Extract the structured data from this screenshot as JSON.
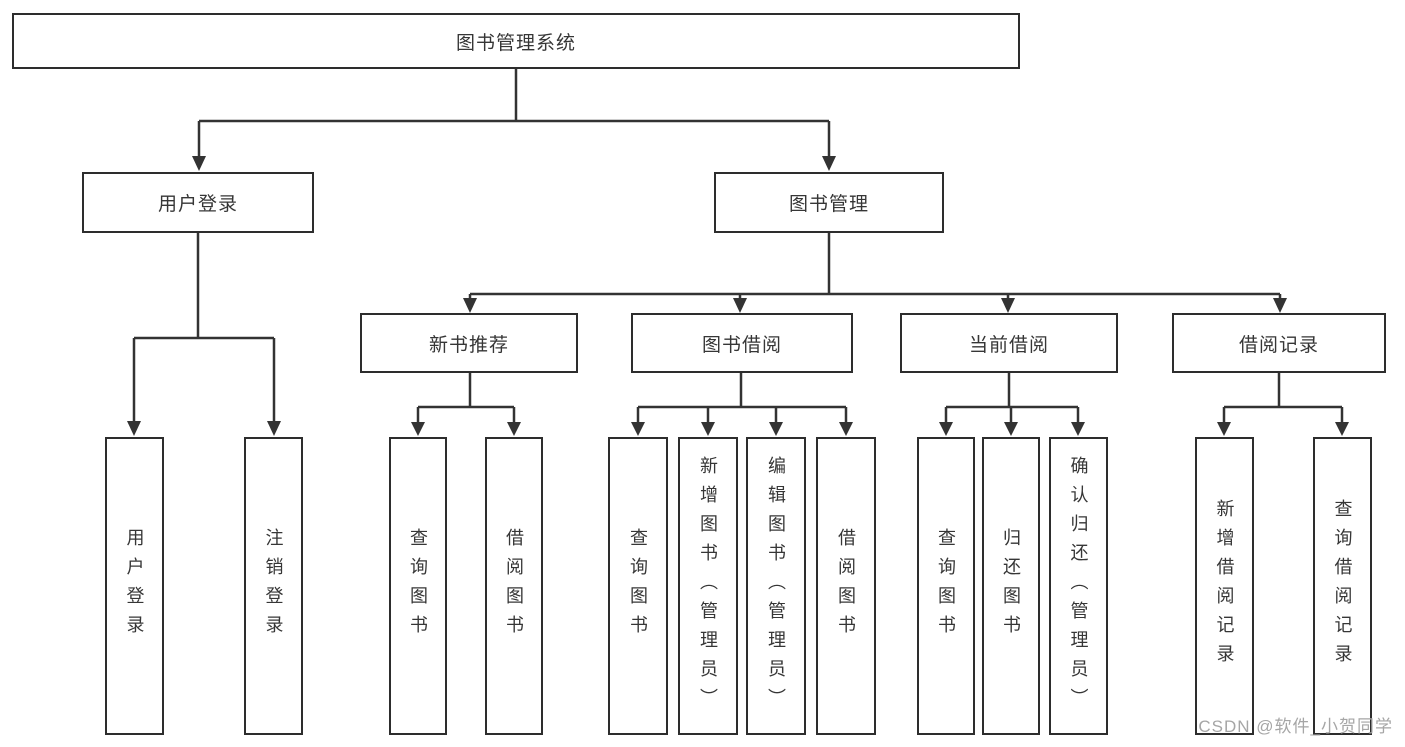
{
  "tree": {
    "label": "图书管理系统",
    "children": [
      {
        "label": "用户登录",
        "children": [
          {
            "label": "用户登录"
          },
          {
            "label": "注销登录"
          }
        ]
      },
      {
        "label": "图书管理",
        "children": [
          {
            "label": "新书推荐",
            "children": [
              {
                "label": "查询图书"
              },
              {
                "label": "借阅图书"
              }
            ]
          },
          {
            "label": "图书借阅",
            "children": [
              {
                "label": "查询图书"
              },
              {
                "label": "新增图书（管理员）"
              },
              {
                "label": "编辑图书（管理员）"
              },
              {
                "label": "借阅图书"
              }
            ]
          },
          {
            "label": "当前借阅",
            "children": [
              {
                "label": "查询图书"
              },
              {
                "label": "归还图书"
              },
              {
                "label": "确认归还（管理员）"
              }
            ]
          },
          {
            "label": "借阅记录",
            "children": [
              {
                "label": "新增借阅记录"
              },
              {
                "label": "查询借阅记录"
              }
            ]
          }
        ]
      }
    ]
  },
  "watermark": "CSDN @软件_小贺同学",
  "colors": {
    "line": "#333333",
    "box_border": "#2d2d2d",
    "text": "#363636",
    "watermark": "#a6a6a6",
    "background": "#ffffff"
  }
}
